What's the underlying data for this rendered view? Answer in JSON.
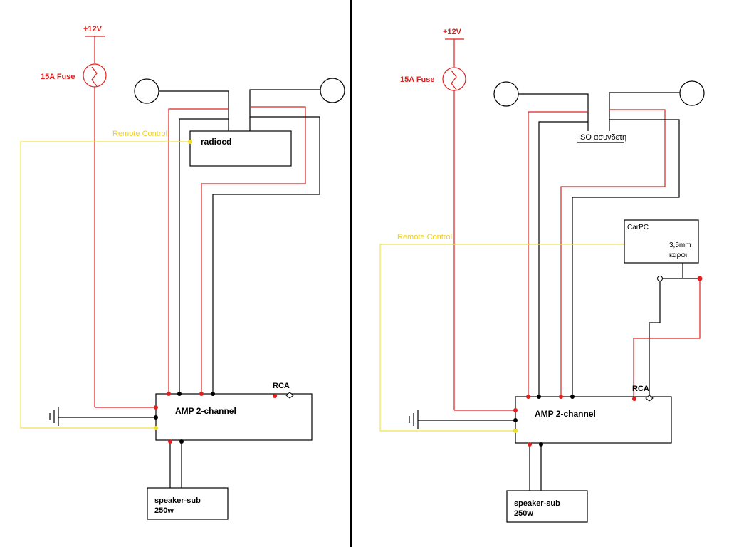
{
  "left": {
    "supply_label": "+12V",
    "fuse_label": "15A Fuse",
    "remote_label": "Remote Control",
    "head_unit_label": "radiocd",
    "amp_label": "AMP 2-channel",
    "rca_label": "RCA",
    "sub_label_line1": "speaker-sub",
    "sub_label_line2": "250w"
  },
  "right": {
    "supply_label": "+12V",
    "fuse_label": "15A Fuse",
    "remote_label": "Remote Control",
    "iso_label": "ISO ασυνδετη",
    "carpc_label": "CarPC",
    "jack_line1": "3,5mm",
    "jack_line2": "καρφι",
    "amp_label": "AMP 2-channel",
    "rca_label": "RCA",
    "sub_label_line1": "speaker-sub",
    "sub_label_line2": "250w"
  },
  "colors": {
    "positive": "#e02020",
    "ground": "#000000",
    "remote": "#f2d020"
  }
}
